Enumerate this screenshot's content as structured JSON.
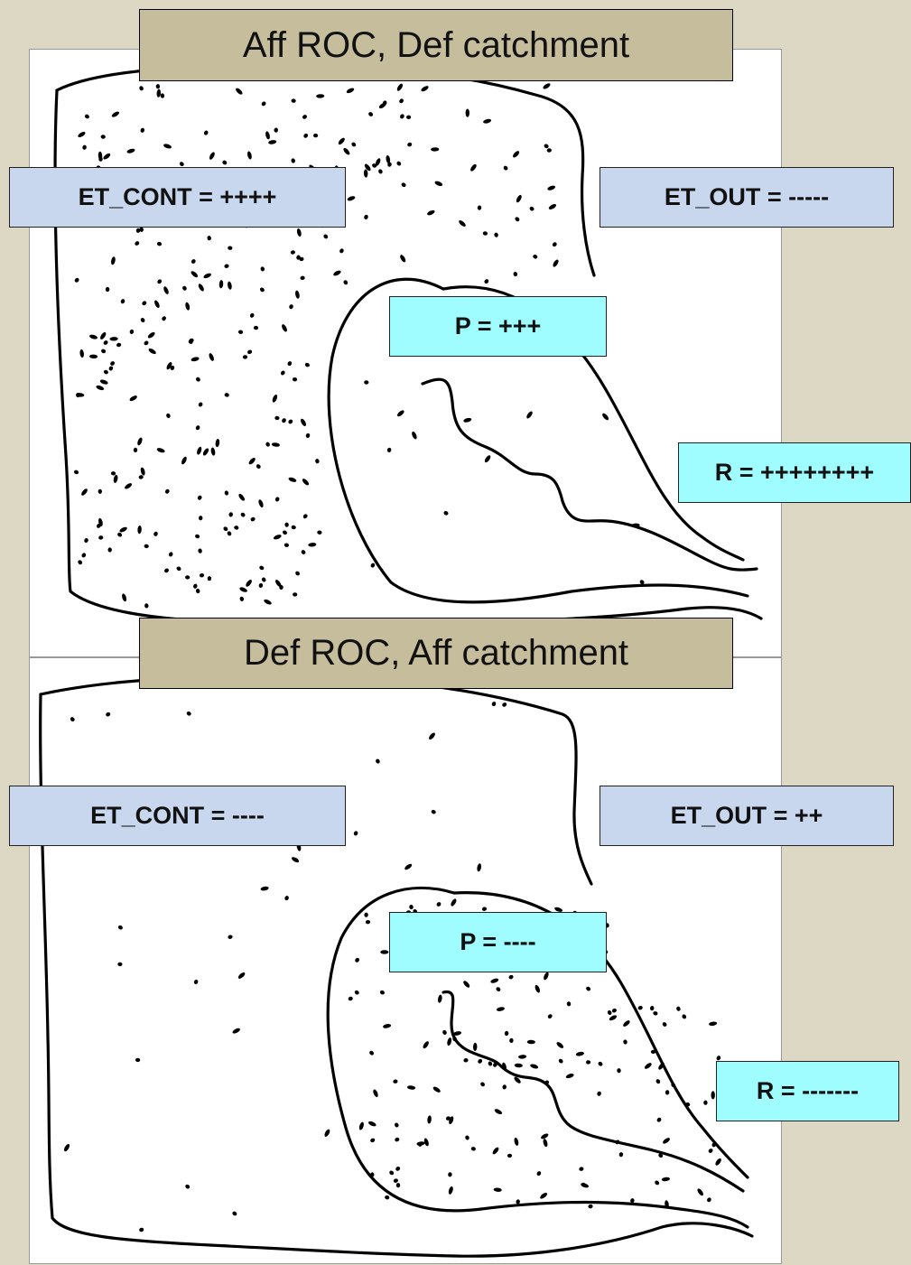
{
  "colors": {
    "background": "#ddd8c3",
    "title_fill": "#c5bd9c",
    "et_box_fill": "#c8d7ee",
    "pr_box_fill": "#9ffcff"
  },
  "panels": [
    {
      "title": "Aff ROC, Def catchment",
      "et_cont": "ET_CONT = ++++",
      "et_out": "ET_OUT = -----",
      "p": "P = +++",
      "r": "R = ++++++++"
    },
    {
      "title": "Def ROC, Aff catchment",
      "et_cont": "ET_CONT = ----",
      "et_out": "ET_OUT = ++",
      "p": "P = ----",
      "r": "R = -------"
    }
  ]
}
